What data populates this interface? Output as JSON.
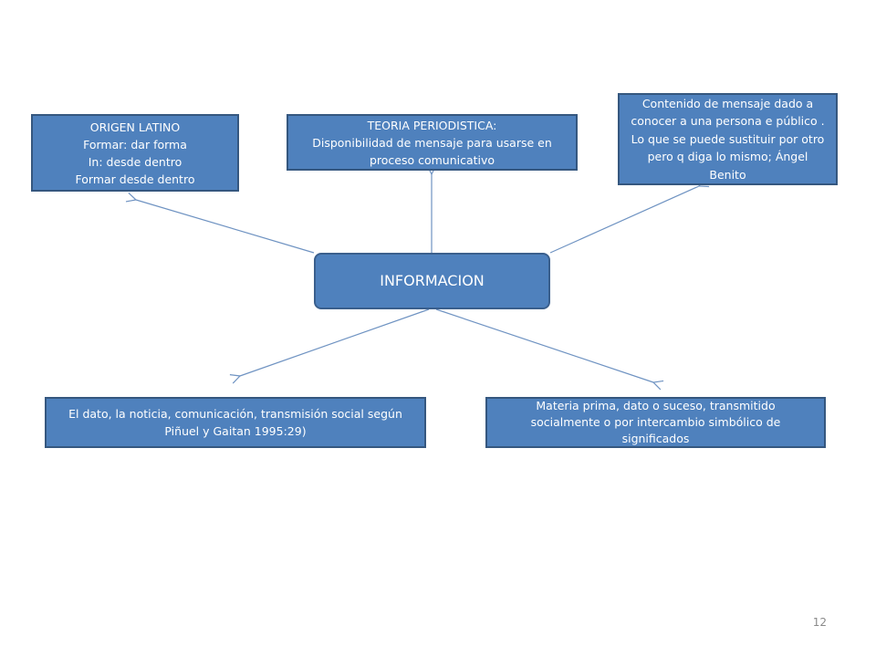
{
  "center": {
    "label": "INFORMACION"
  },
  "nodes": {
    "origen": {
      "lines": [
        "ORIGEN LATINO",
        "Formar: dar forma",
        "In: desde dentro",
        "Formar desde dentro"
      ]
    },
    "teoria": {
      "lines": [
        "TEORIA PERIODISTICA:",
        "Disponibilidad de mensaje para usarse en",
        "proceso comunicativo"
      ]
    },
    "contenido": {
      "lines": [
        "Contenido de mensaje dado a",
        "conocer a una persona e público .",
        "Lo que se puede sustituir por otro",
        "pero q diga lo mismo; Ángel",
        "Benito"
      ]
    },
    "dato": {
      "lines": [
        "El dato, la noticia, comunicación, transmisión social según",
        "Piñuel y Gaitan 1995:29)"
      ]
    },
    "materia": {
      "lines": [
        "Materia prima, dato o suceso, transmitido",
        "socialmente o por intercambio simbólico de",
        "significados"
      ]
    }
  },
  "page_number": "12",
  "colors": {
    "box_fill": "#4f81bd",
    "box_border": "#35577f",
    "connector": "#6f93c2",
    "text": "#ffffff"
  }
}
